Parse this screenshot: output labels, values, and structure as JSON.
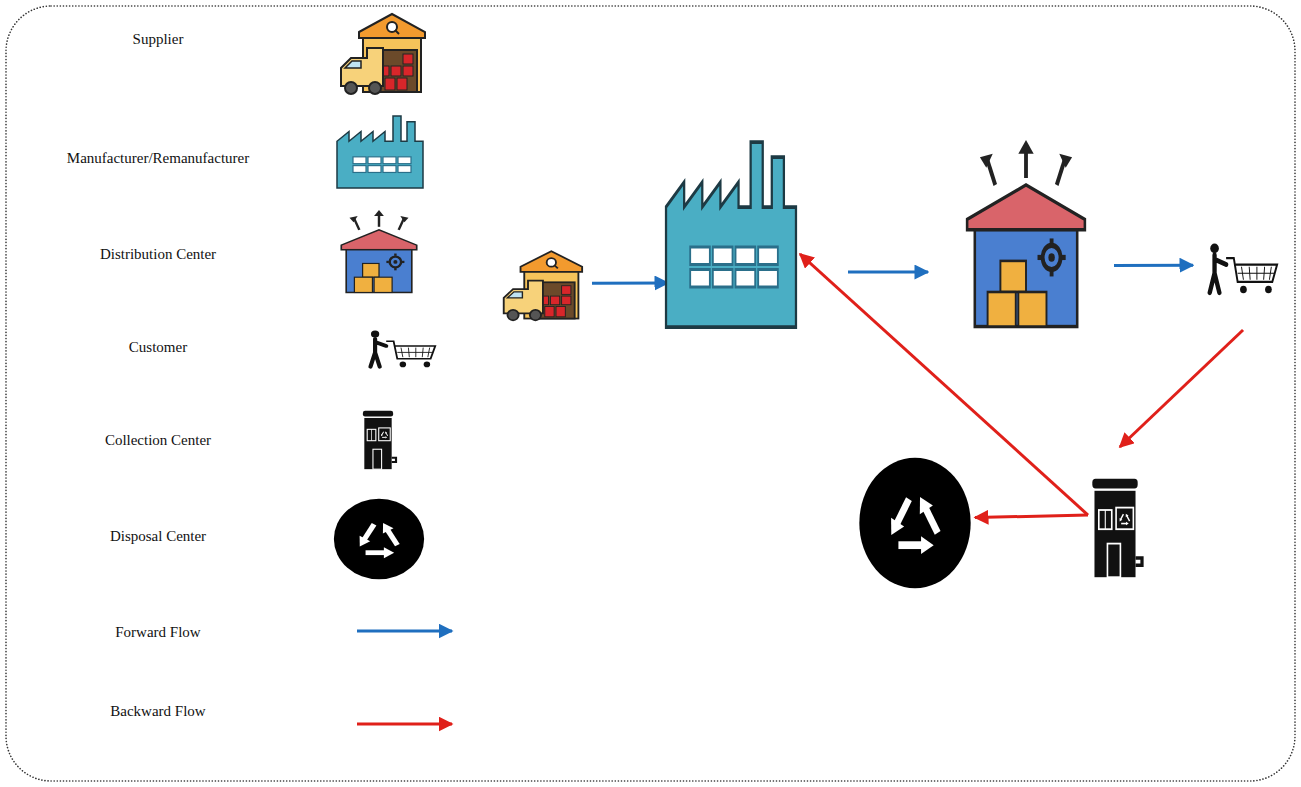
{
  "diagram": {
    "nodes": [
      {},
      {},
      {},
      {},
      {},
      {}
    ],
    "edges": [
      {
        "from": 0,
        "to": 1,
        "arrow": "to"
      },
      {
        "from": 1,
        "to": 2,
        "arrow": "to"
      },
      {
        "from": 2,
        "to": 3,
        "arrow": "to"
      },
      {
        "from": 3,
        "to": 4,
        "arrow": "to"
      },
      {
        "from": 4,
        "to": 1,
        "arrow": "to"
      },
      {
        "from": 4,
        "to": 5,
        "arrow": "to"
      }
    ],
    "legend": [
      {
        "text": "Supplier"
      },
      {
        "text": "Manufacturer/Remanufacturer"
      },
      {
        "text": "Distribution Center"
      },
      {
        "text": "Customer"
      },
      {
        "text": "Collection Center"
      },
      {
        "text": "Disposal Center"
      },
      {
        "text": "Forward Flow"
      },
      {
        "text": "Backward Flow"
      }
    ]
  }
}
